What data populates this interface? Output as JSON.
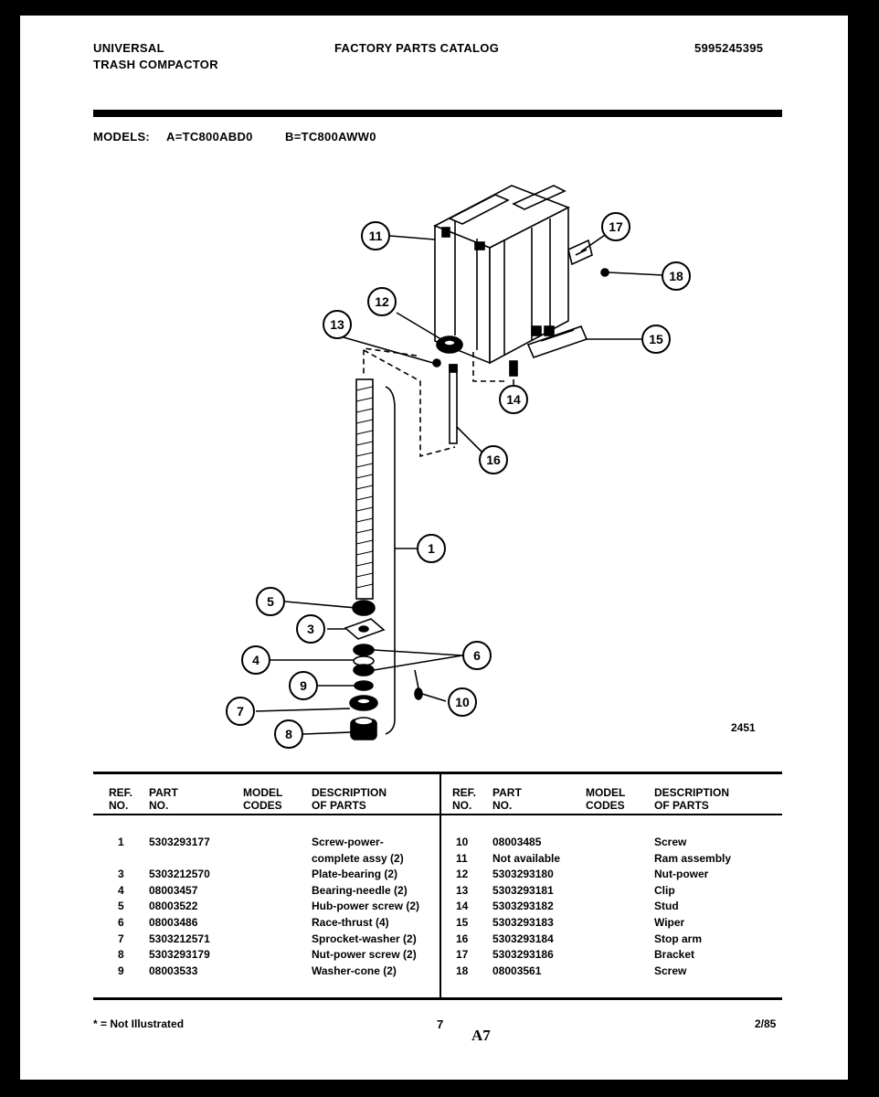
{
  "header": {
    "brand_line1": "UNIVERSAL",
    "brand_line2": "TRASH COMPACTOR",
    "catalog_title": "FACTORY PARTS CATALOG",
    "catalog_number": "5995245395",
    "models_label": "MODELS:",
    "model_a": "A=TC800ABD0",
    "model_b": "B=TC800AWW0"
  },
  "diagram": {
    "figure_number": "2451",
    "callouts": [
      "1",
      "3",
      "4",
      "5",
      "6",
      "7",
      "8",
      "9",
      "10",
      "11",
      "12",
      "13",
      "14",
      "15",
      "16",
      "17",
      "18"
    ]
  },
  "table": {
    "headers": {
      "ref": "REF.\nNO.",
      "part": "PART\nNO.",
      "model": "MODEL\nCODES",
      "desc": "DESCRIPTION\nOF PARTS"
    },
    "left_rows": [
      {
        "ref": "1",
        "part": "5303293177",
        "desc": "Screw-power-"
      },
      {
        "ref": "",
        "part": "",
        "desc": "complete assy (2)"
      },
      {
        "ref": "3",
        "part": "5303212570",
        "desc": "Plate-bearing (2)"
      },
      {
        "ref": "4",
        "part": "08003457",
        "desc": "Bearing-needle (2)"
      },
      {
        "ref": "5",
        "part": "08003522",
        "desc": "Hub-power screw (2)"
      },
      {
        "ref": "6",
        "part": "08003486",
        "desc": "Race-thrust (4)"
      },
      {
        "ref": "7",
        "part": "5303212571",
        "desc": "Sprocket-washer (2)"
      },
      {
        "ref": "8",
        "part": "5303293179",
        "desc": "Nut-power screw (2)"
      },
      {
        "ref": "9",
        "part": "08003533",
        "desc": "Washer-cone (2)"
      }
    ],
    "right_rows": [
      {
        "ref": "10",
        "part": "08003485",
        "desc": "Screw"
      },
      {
        "ref": "11",
        "part": "Not available",
        "desc": "Ram assembly"
      },
      {
        "ref": "12",
        "part": "5303293180",
        "desc": "Nut-power"
      },
      {
        "ref": "13",
        "part": "5303293181",
        "desc": "Clip"
      },
      {
        "ref": "14",
        "part": "5303293182",
        "desc": "Stud"
      },
      {
        "ref": "15",
        "part": "5303293183",
        "desc": "Wiper"
      },
      {
        "ref": "16",
        "part": "5303293184",
        "desc": "Stop arm"
      },
      {
        "ref": "17",
        "part": "5303293186",
        "desc": "Bracket"
      },
      {
        "ref": "18",
        "part": "08003561",
        "desc": "Screw"
      }
    ]
  },
  "footer": {
    "note": "* = Not Illustrated",
    "page_number": "7",
    "section": "A7",
    "date": "2/85"
  }
}
